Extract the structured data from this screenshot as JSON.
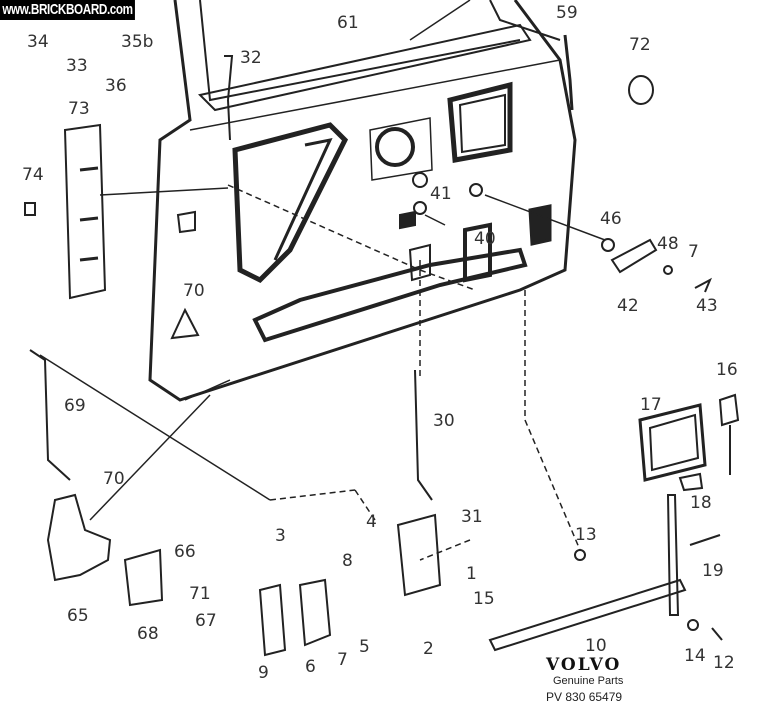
{
  "watermark": "www.BRICKBOARD.com",
  "diagram_title": "Door lock mechanism exploded view",
  "part_labels": [
    {
      "id": "61",
      "text": "61"
    },
    {
      "id": "59",
      "text": "59"
    },
    {
      "id": "72",
      "text": "72"
    },
    {
      "id": "34",
      "text": "34"
    },
    {
      "id": "35b",
      "text": "35b"
    },
    {
      "id": "33",
      "text": "33"
    },
    {
      "id": "36",
      "text": "36"
    },
    {
      "id": "32",
      "text": "32"
    },
    {
      "id": "73",
      "text": "73"
    },
    {
      "id": "74",
      "text": "74"
    },
    {
      "id": "41",
      "text": "41"
    },
    {
      "id": "40",
      "text": "40"
    },
    {
      "id": "46",
      "text": "46"
    },
    {
      "id": "48",
      "text": "48"
    },
    {
      "id": "7a",
      "text": "7"
    },
    {
      "id": "42",
      "text": "42"
    },
    {
      "id": "43",
      "text": "43"
    },
    {
      "id": "70a",
      "text": "70"
    },
    {
      "id": "69",
      "text": "69"
    },
    {
      "id": "30",
      "text": "30"
    },
    {
      "id": "70b",
      "text": "70"
    },
    {
      "id": "16",
      "text": "16"
    },
    {
      "id": "17",
      "text": "17"
    },
    {
      "id": "18",
      "text": "18"
    },
    {
      "id": "19",
      "text": "19"
    },
    {
      "id": "31",
      "text": "31"
    },
    {
      "id": "4",
      "text": "4"
    },
    {
      "id": "3",
      "text": "3"
    },
    {
      "id": "8",
      "text": "8"
    },
    {
      "id": "1",
      "text": "1"
    },
    {
      "id": "13",
      "text": "13"
    },
    {
      "id": "66",
      "text": "66"
    },
    {
      "id": "71",
      "text": "71"
    },
    {
      "id": "65",
      "text": "65"
    },
    {
      "id": "67",
      "text": "67"
    },
    {
      "id": "68",
      "text": "68"
    },
    {
      "id": "15",
      "text": "15"
    },
    {
      "id": "10",
      "text": "10"
    },
    {
      "id": "9",
      "text": "9"
    },
    {
      "id": "6",
      "text": "6"
    },
    {
      "id": "7b",
      "text": "7"
    },
    {
      "id": "5",
      "text": "5"
    },
    {
      "id": "2",
      "text": "2"
    },
    {
      "id": "14",
      "text": "14"
    },
    {
      "id": "12",
      "text": "12"
    }
  ],
  "footer": {
    "brand": "VOLVO",
    "subtitle": "Genuine Parts",
    "code": "PV 830 65479"
  }
}
